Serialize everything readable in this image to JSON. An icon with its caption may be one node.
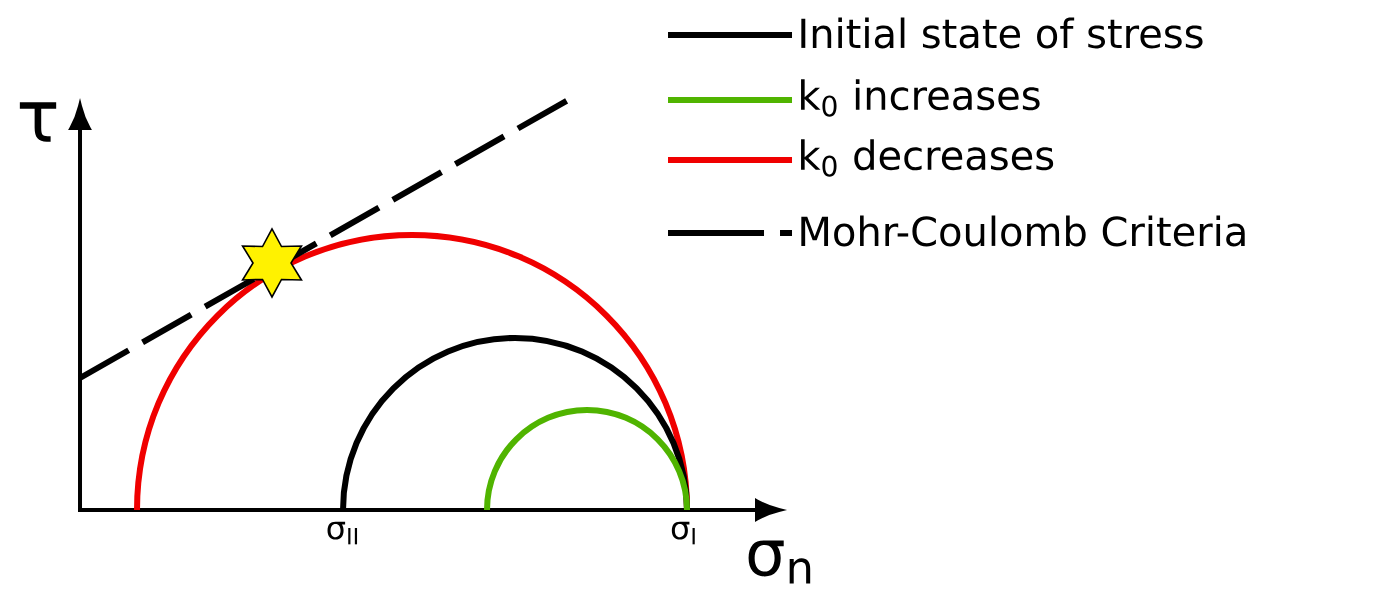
{
  "diagram": {
    "labels": [
      "τ",
      "σ$_{n}$",
      "σ$_{II}$",
      "σ$_{I}$"
    ],
    "legend": [
      {
        "text": "Initial state of stress"
      },
      {
        "text": "k$_{0}$ increases"
      },
      {
        "text": "k$_{0}$ decreases"
      },
      {
        "text": "Mohr-Coulomb Criteria"
      }
    ]
  }
}
